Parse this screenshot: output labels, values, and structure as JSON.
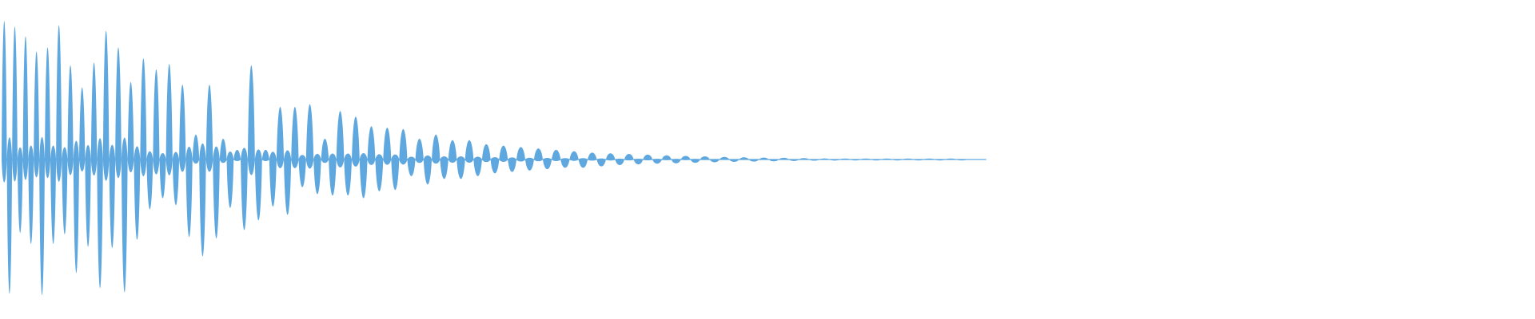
{
  "waveform": {
    "color": "#5fa8df",
    "background": "#ffffff",
    "active_fraction": 0.63,
    "cycles": [
      [
        1.0,
        0.97
      ],
      [
        0.96,
        0.53
      ],
      [
        0.89,
        0.61
      ],
      [
        0.78,
        0.98
      ],
      [
        0.81,
        0.61
      ],
      [
        0.97,
        0.54
      ],
      [
        0.68,
        0.82
      ],
      [
        0.52,
        0.63
      ],
      [
        0.7,
        0.93
      ],
      [
        0.93,
        0.64
      ],
      [
        0.81,
        0.96
      ],
      [
        0.56,
        0.58
      ],
      [
        0.73,
        0.36
      ],
      [
        0.65,
        0.28
      ],
      [
        0.69,
        0.33
      ],
      [
        0.54,
        0.56
      ],
      [
        0.18,
        0.7
      ],
      [
        0.54,
        0.57
      ],
      [
        0.15,
        0.35
      ],
      [
        0.07,
        0.51
      ],
      [
        0.68,
        0.44
      ],
      [
        0.07,
        0.34
      ],
      [
        0.38,
        0.4
      ],
      [
        0.38,
        0.2
      ],
      [
        0.4,
        0.25
      ],
      [
        0.15,
        0.26
      ],
      [
        0.35,
        0.26
      ],
      [
        0.31,
        0.28
      ],
      [
        0.24,
        0.23
      ],
      [
        0.23,
        0.22
      ],
      [
        0.22,
        0.12
      ],
      [
        0.15,
        0.18
      ],
      [
        0.18,
        0.14
      ],
      [
        0.14,
        0.14
      ],
      [
        0.14,
        0.12
      ],
      [
        0.11,
        0.1
      ],
      [
        0.1,
        0.09
      ],
      [
        0.09,
        0.08
      ],
      [
        0.08,
        0.07
      ],
      [
        0.07,
        0.06
      ],
      [
        0.06,
        0.06
      ],
      [
        0.05,
        0.05
      ],
      [
        0.045,
        0.04
      ],
      [
        0.04,
        0.035
      ],
      [
        0.035,
        0.03
      ],
      [
        0.03,
        0.028
      ],
      [
        0.026,
        0.024
      ],
      [
        0.022,
        0.02
      ],
      [
        0.019,
        0.017
      ],
      [
        0.016,
        0.015
      ],
      [
        0.014,
        0.013
      ],
      [
        0.012,
        0.011
      ],
      [
        0.01,
        0.009
      ],
      [
        0.008,
        0.008
      ],
      [
        0.007,
        0.006
      ],
      [
        0.006,
        0.006
      ],
      [
        0.005,
        0.005
      ],
      [
        0.005,
        0.004
      ],
      [
        0.004,
        0.004
      ],
      [
        0.004,
        0.003
      ]
    ]
  }
}
